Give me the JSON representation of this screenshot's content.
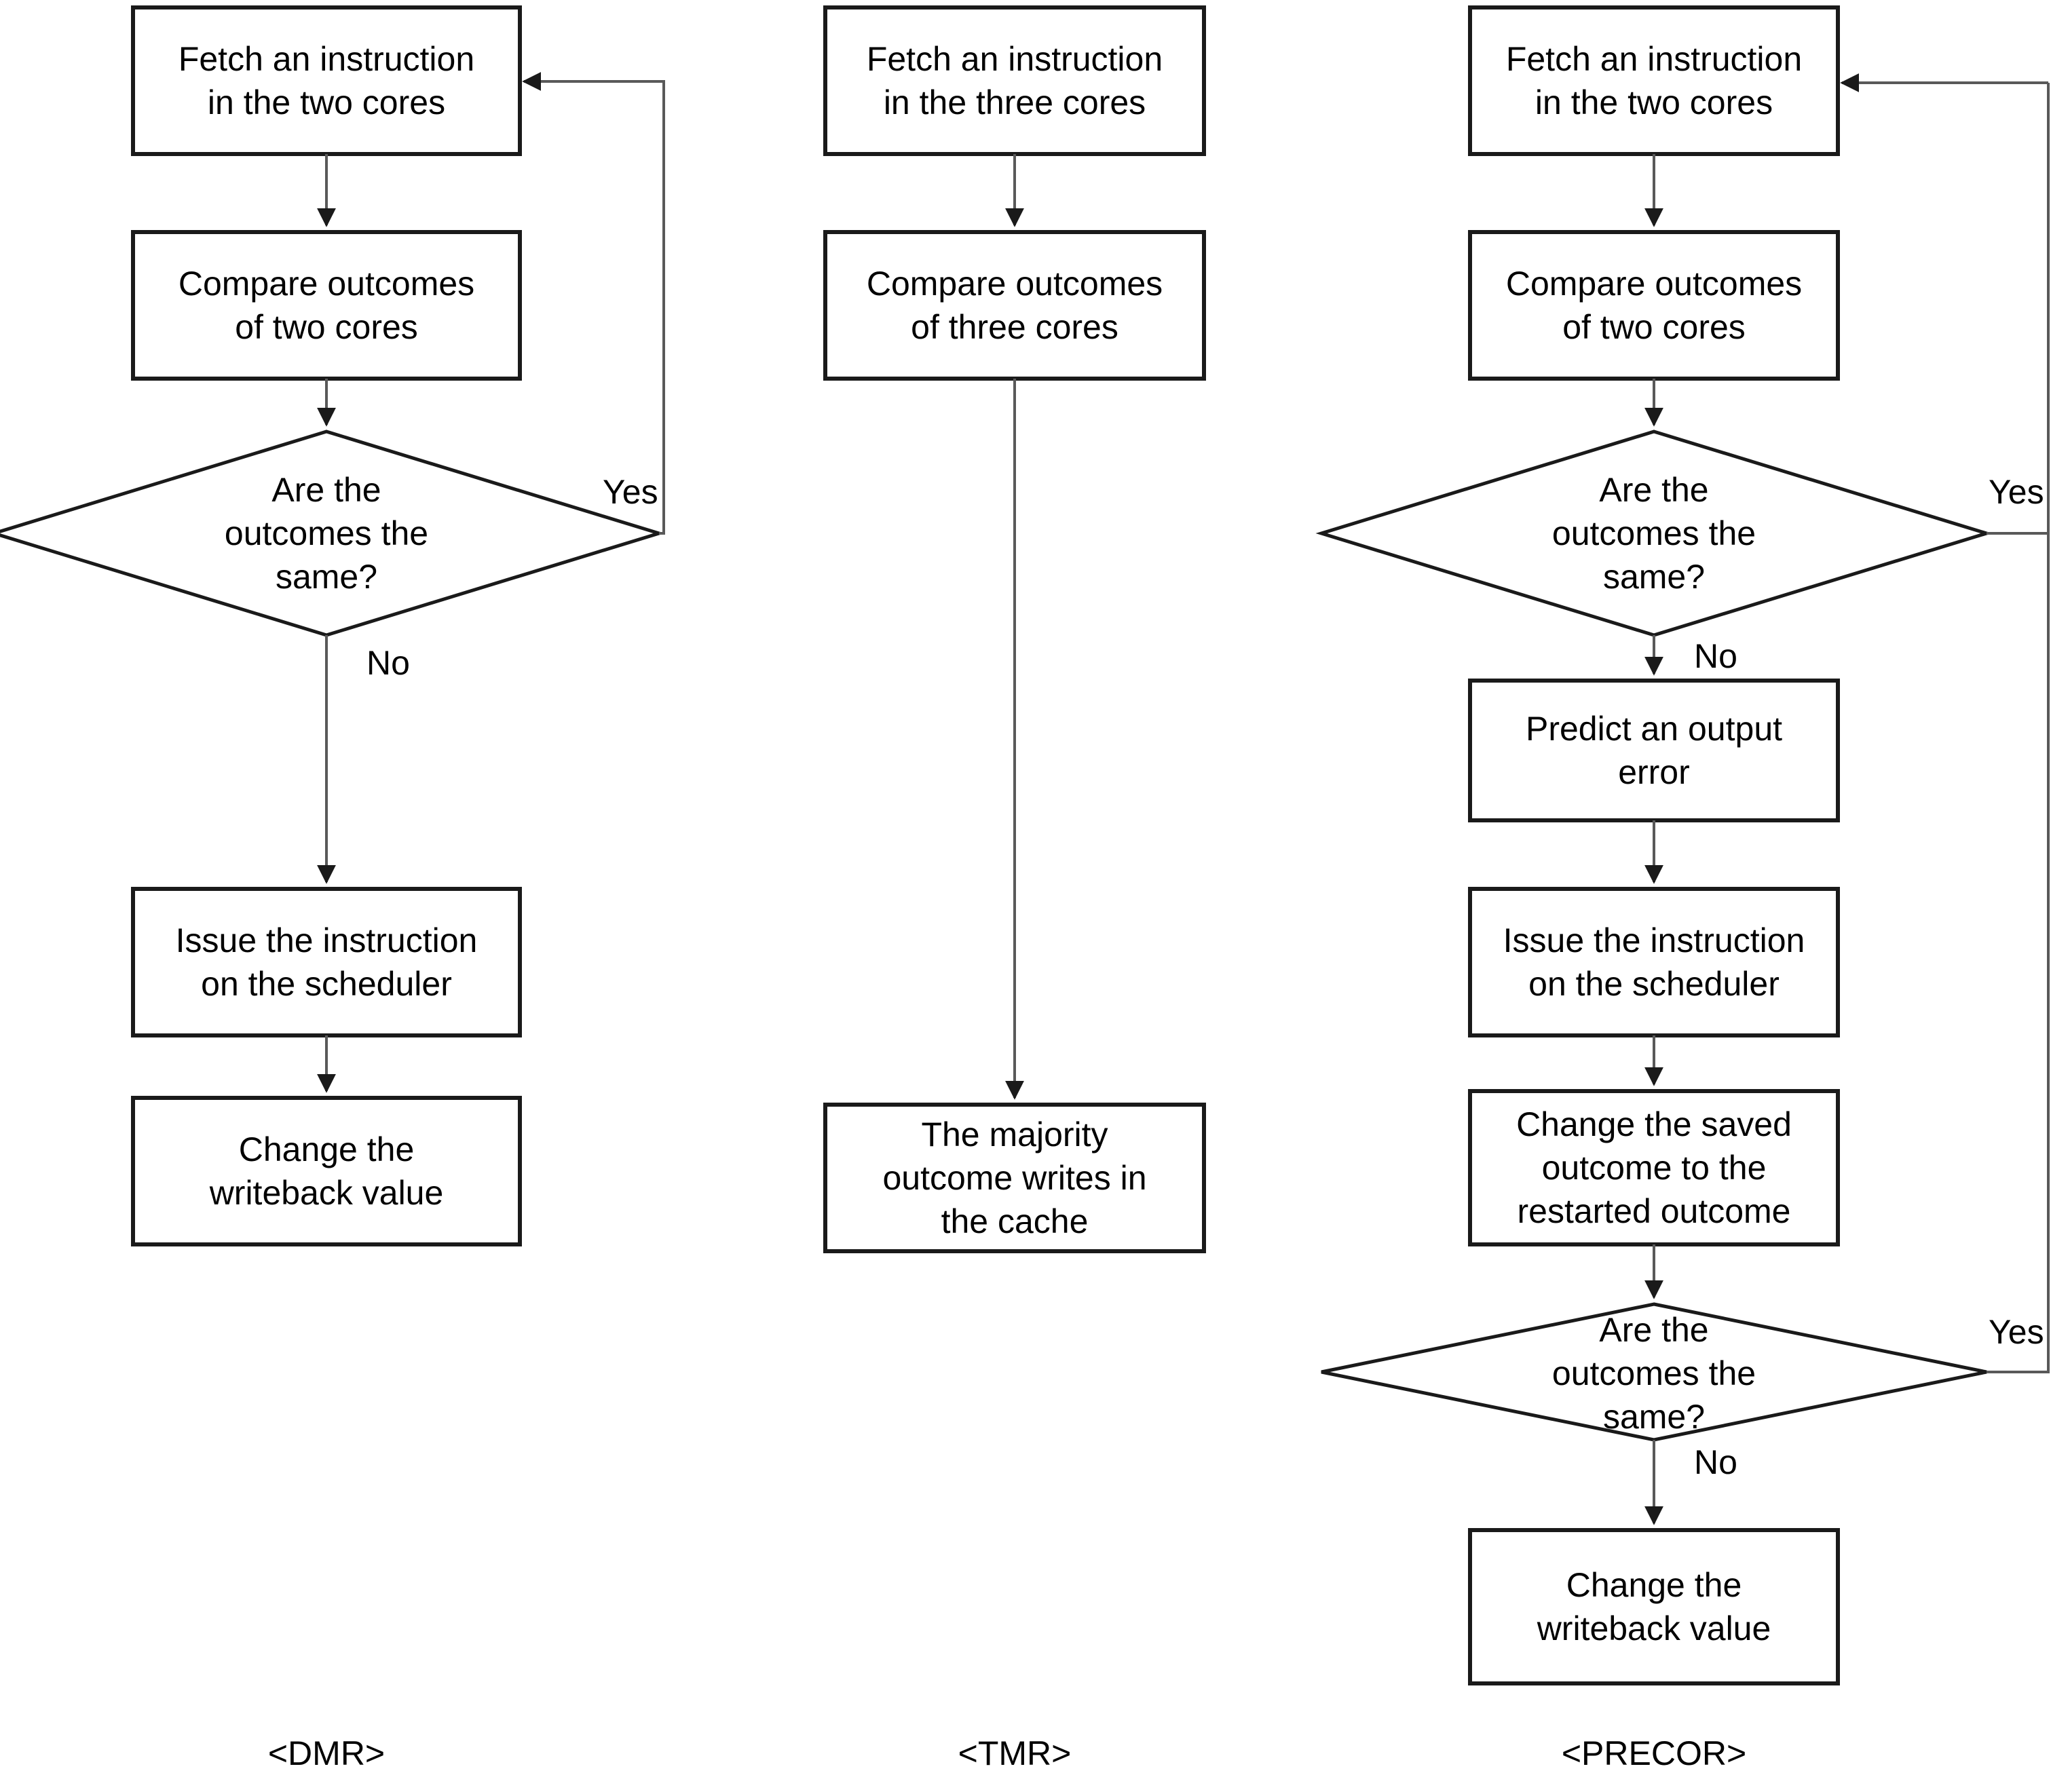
{
  "diagram": {
    "title": "Comparison of DMR, TMR and PRECOR instruction-redundancy flows",
    "type": "flowchart",
    "colors": {
      "stroke": "#1a1a1a",
      "line": "#595959",
      "text": "#000000",
      "background": "#ffffff"
    },
    "columns": [
      {
        "id": "dmr",
        "caption": "<DMR>",
        "nodes": [
          {
            "id": "dmr-n1",
            "shape": "process",
            "text": "Fetch an instruction\nin the two cores"
          },
          {
            "id": "dmr-n2",
            "shape": "process",
            "text": "Compare outcomes\nof two cores"
          },
          {
            "id": "dmr-n3",
            "shape": "decision",
            "text": "Are the\noutcomes the\nsame?"
          },
          {
            "id": "dmr-n4",
            "shape": "process",
            "text": "Issue the instruction\non the scheduler"
          },
          {
            "id": "dmr-n5",
            "shape": "process",
            "text": "Change the\nwriteback value"
          }
        ],
        "edge_labels": [
          {
            "id": "dmr-yes",
            "text": "Yes"
          },
          {
            "id": "dmr-no",
            "text": "No"
          }
        ]
      },
      {
        "id": "tmr",
        "caption": "<TMR>",
        "nodes": [
          {
            "id": "tmr-n1",
            "shape": "process",
            "text": "Fetch an instruction\nin the three cores"
          },
          {
            "id": "tmr-n2",
            "shape": "process",
            "text": "Compare outcomes\nof three cores"
          },
          {
            "id": "tmr-n3",
            "shape": "process",
            "text": "The majority\noutcome writes in\nthe cache"
          }
        ],
        "edge_labels": []
      },
      {
        "id": "precor",
        "caption": "<PRECOR>",
        "nodes": [
          {
            "id": "precor-n1",
            "shape": "process",
            "text": "Fetch an instruction\nin the two cores"
          },
          {
            "id": "precor-n2",
            "shape": "process",
            "text": "Compare outcomes\nof two cores"
          },
          {
            "id": "precor-n3",
            "shape": "decision",
            "text": "Are the\noutcomes the\nsame?"
          },
          {
            "id": "precor-n4",
            "shape": "process",
            "text": "Predict an output\nerror"
          },
          {
            "id": "precor-n5",
            "shape": "process",
            "text": "Issue the instruction\non the scheduler"
          },
          {
            "id": "precor-n6",
            "shape": "process",
            "text": "Change the saved\noutcome to the\nrestarted outcome"
          },
          {
            "id": "precor-n7",
            "shape": "decision",
            "text": "Are the\noutcomes the\nsame?"
          },
          {
            "id": "precor-n8",
            "shape": "process",
            "text": "Change the\nwriteback value"
          }
        ],
        "edge_labels": [
          {
            "id": "precor-yes-1",
            "text": "Yes"
          },
          {
            "id": "precor-no-1",
            "text": "No"
          },
          {
            "id": "precor-yes-2",
            "text": "Yes"
          },
          {
            "id": "precor-no-2",
            "text": "No"
          }
        ]
      }
    ]
  }
}
